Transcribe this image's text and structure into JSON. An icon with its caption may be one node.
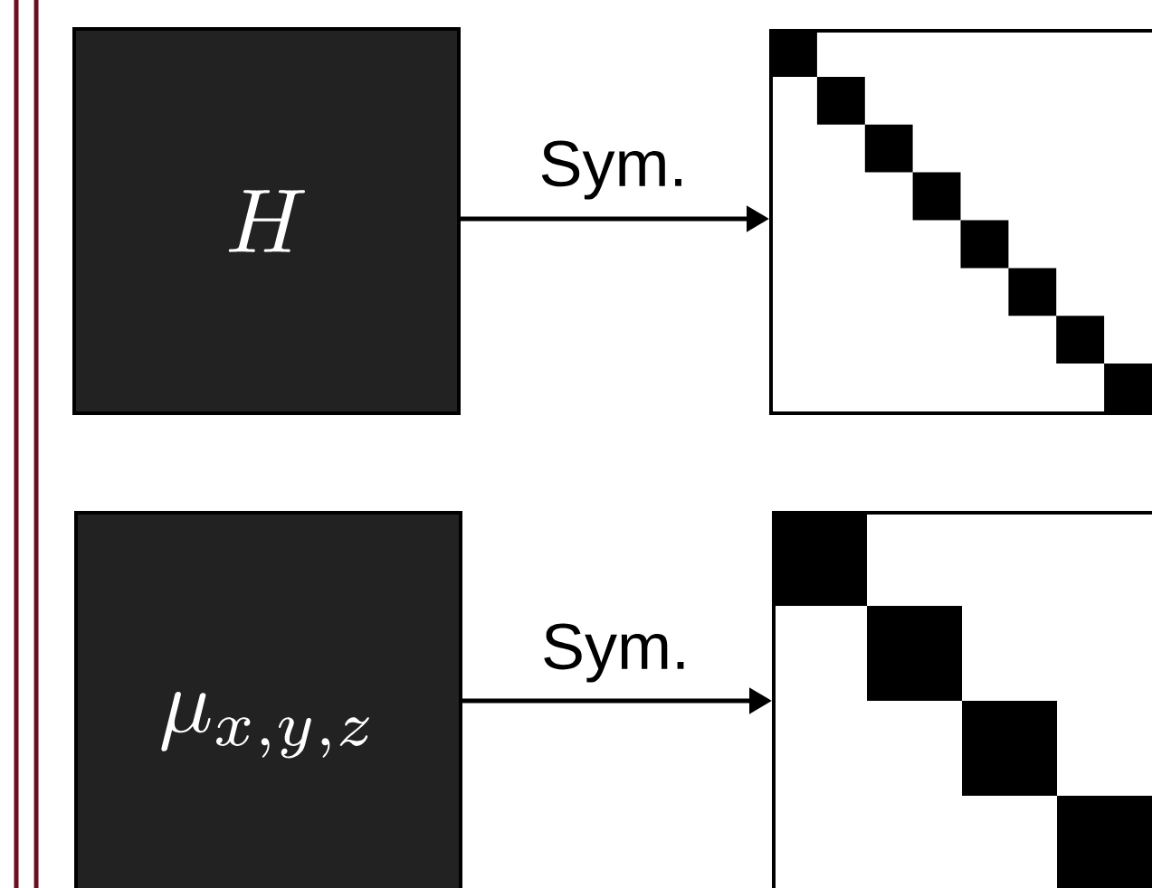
{
  "diagram": {
    "nodes": [
      {
        "text": [
          "H"
        ]
      },
      {
        "text": [],
        "shape": "box"
      },
      {
        "text": [
          "\\mu_{x,y,z}"
        ]
      },
      {
        "text": [],
        "shape": "box"
      }
    ],
    "edges": [
      {
        "from": 0,
        "to": 1,
        "arrow": "to",
        "label": "Sym."
      },
      {
        "from": 2,
        "to": 3,
        "arrow": "to",
        "label": "Sym."
      }
    ]
  }
}
